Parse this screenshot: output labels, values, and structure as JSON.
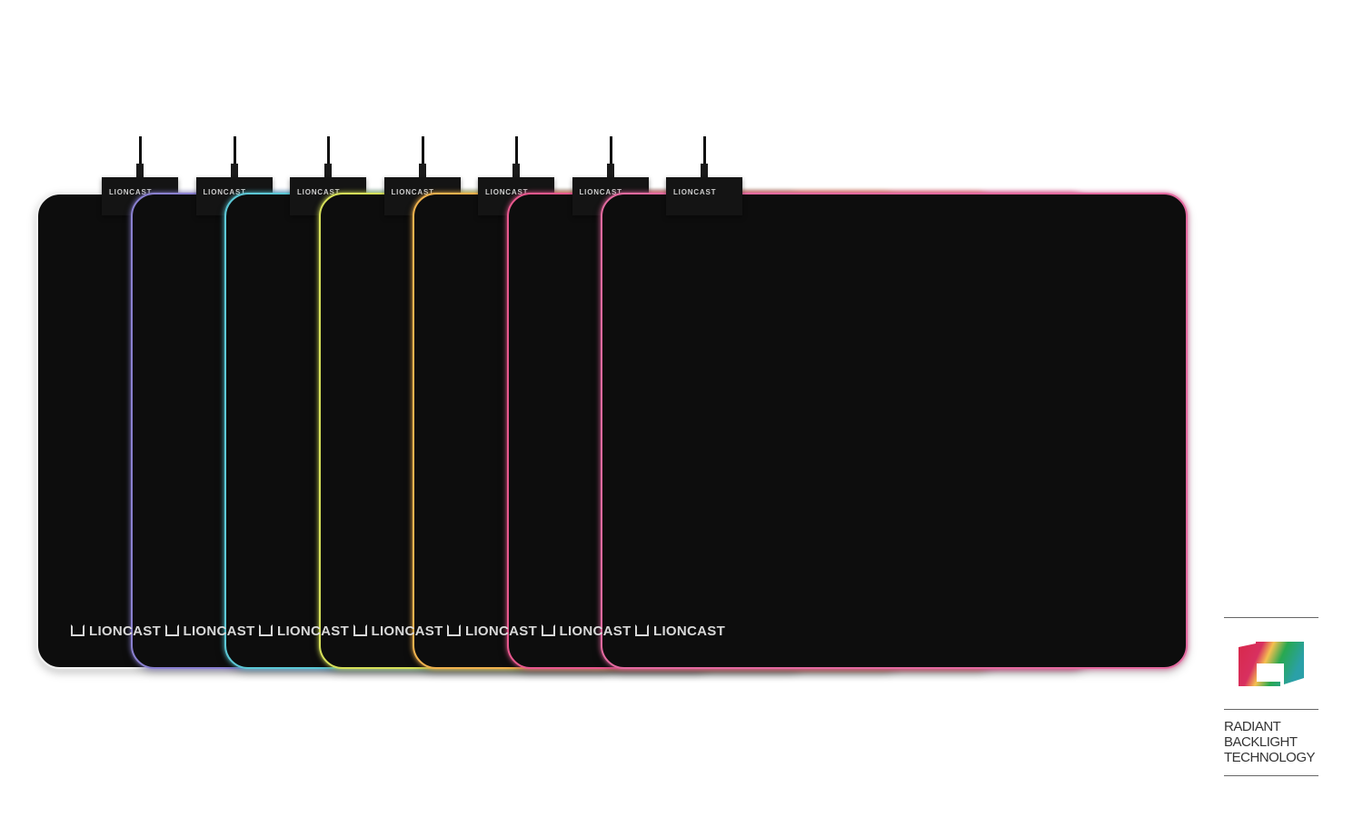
{
  "brand": "LIONCAST",
  "pads": [
    {
      "glow_color": "#f2f2f2"
    },
    {
      "glow_color": "#8a80d0"
    },
    {
      "glow_color": "#5cc8d6"
    },
    {
      "glow_color": "#d6e05a"
    },
    {
      "glow_color": "#f0b24e"
    },
    {
      "glow_color": "#e8588e"
    },
    {
      "glow_color": "#e46aa0"
    }
  ],
  "badge": {
    "lines": [
      "RADIANT",
      "BACKLIGHT",
      "TECHNOLOGY"
    ],
    "icon": "radiant-backlight-logo-icon"
  }
}
